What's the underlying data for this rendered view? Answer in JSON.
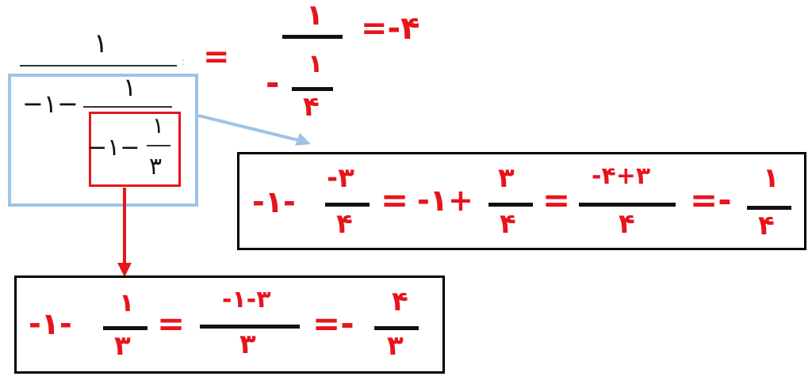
{
  "colors": {
    "red": "#e8141c",
    "black": "#111111",
    "blue_frame": "#9ec3e6"
  },
  "continued_fraction": {
    "top_numerator": "١",
    "minus_one_a": "−١−",
    "inner_numerator": "١",
    "minus_one_b": "−١−",
    "innermost_numerator": "١",
    "innermost_denominator": "٣",
    "small_colon": ":"
  },
  "result": {
    "equals": "=",
    "numerator": "١",
    "minus_sign": "-",
    "sub_numerator": "١",
    "sub_denominator": "۴",
    "final": "=-۴"
  },
  "step1": {
    "lead": "-١-",
    "f1_num": "-٣",
    "f1_den": "۴",
    "eq1": "=",
    "mid": "-١+",
    "f2_num": "٣",
    "f2_den": "۴",
    "eq2": "=",
    "f3_num": "-۴+٣",
    "f3_den": "۴",
    "eq3": "=-",
    "f4_num": "١",
    "f4_den": "۴"
  },
  "step2": {
    "lead": "-١-",
    "f1_num": "١",
    "f1_den": "٣",
    "eq1": "=",
    "f2_num": "-٣-١",
    "f2_den": "٣",
    "eq2": "=-",
    "f3_num": "۴",
    "f3_den": "٣"
  }
}
